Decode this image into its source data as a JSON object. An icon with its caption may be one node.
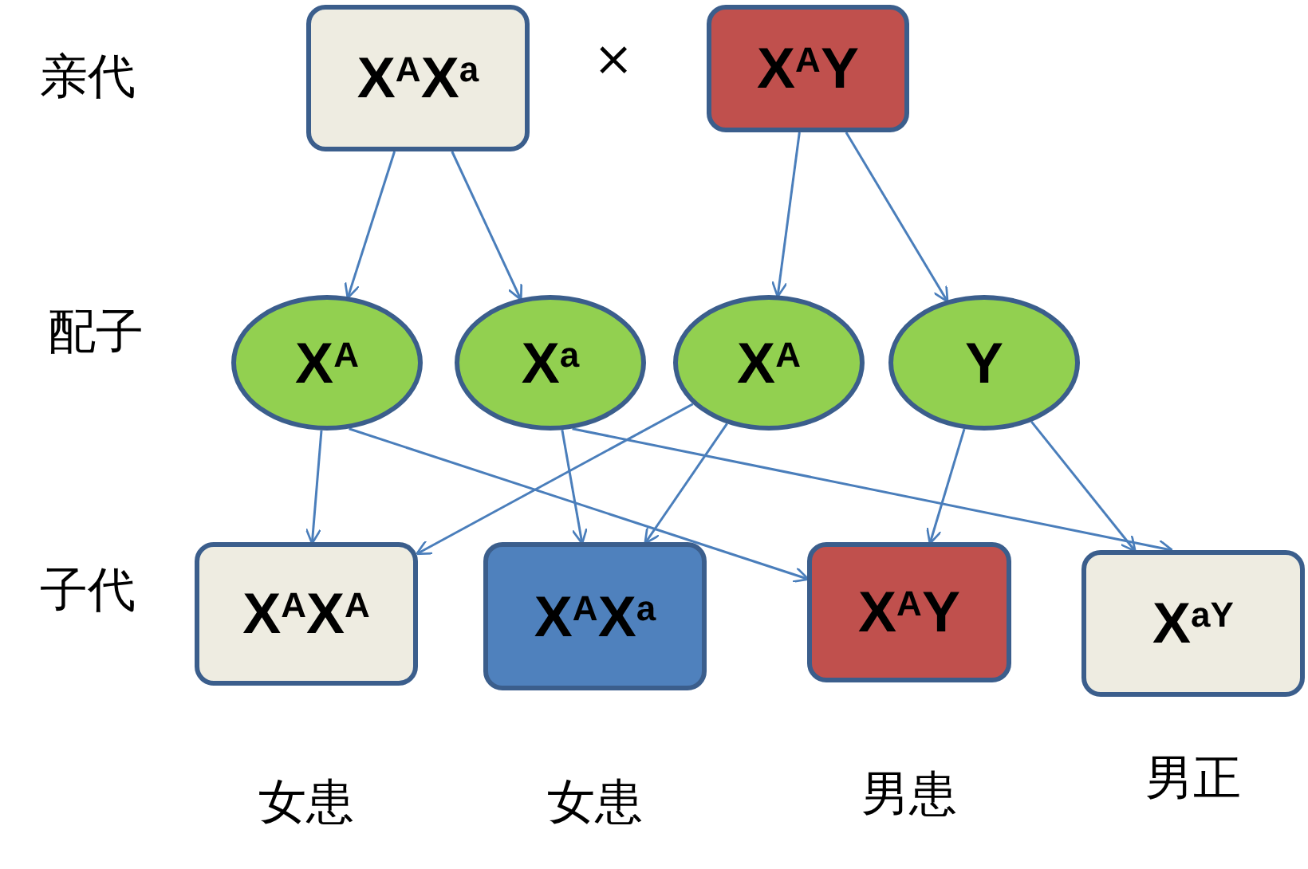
{
  "diagram": {
    "nodes": [
      {
        "text": [
          "X$^{A}$X$^{a}$"
        ]
      },
      {
        "text": [
          "X$^{A}$Y"
        ]
      },
      {
        "text": [
          "X$^{A}$"
        ]
      },
      {
        "text": [
          "X$^{a}$"
        ]
      },
      {
        "text": [
          "X$^{A}$"
        ]
      },
      {
        "text": [
          "Y"
        ]
      },
      {
        "text": [
          "X$^{A}$X$^{A}$"
        ],
        "beside": [
          "女患"
        ]
      },
      {
        "text": [
          "X$^{A}$X$^{a}$"
        ],
        "beside": [
          "女患"
        ]
      },
      {
        "text": [
          "X$^{A}$Y"
        ],
        "beside": [
          "男患"
        ]
      },
      {
        "text": [
          "X$^{aY}$"
        ],
        "beside": [
          "男正"
        ]
      }
    ],
    "edges": [
      {
        "from": 0,
        "to": 2,
        "arrow": "to"
      },
      {
        "from": 0,
        "to": 3,
        "arrow": "to"
      },
      {
        "from": 1,
        "to": 4,
        "arrow": "to"
      },
      {
        "from": 1,
        "to": 5,
        "arrow": "to"
      },
      {
        "from": 2,
        "to": 6,
        "arrow": "to"
      },
      {
        "from": 2,
        "to": 8,
        "arrow": "to"
      },
      {
        "from": 3,
        "to": 7,
        "arrow": "to"
      },
      {
        "from": 3,
        "to": 9,
        "arrow": "to"
      },
      {
        "from": 4,
        "to": 6,
        "arrow": "to"
      },
      {
        "from": 4,
        "to": 7,
        "arrow": "to"
      },
      {
        "from": 5,
        "to": 8,
        "arrow": "to"
      },
      {
        "from": 5,
        "to": 9,
        "arrow": "to"
      }
    ],
    "labels": [
      "亲代",
      "×",
      "配子",
      "子代"
    ]
  }
}
